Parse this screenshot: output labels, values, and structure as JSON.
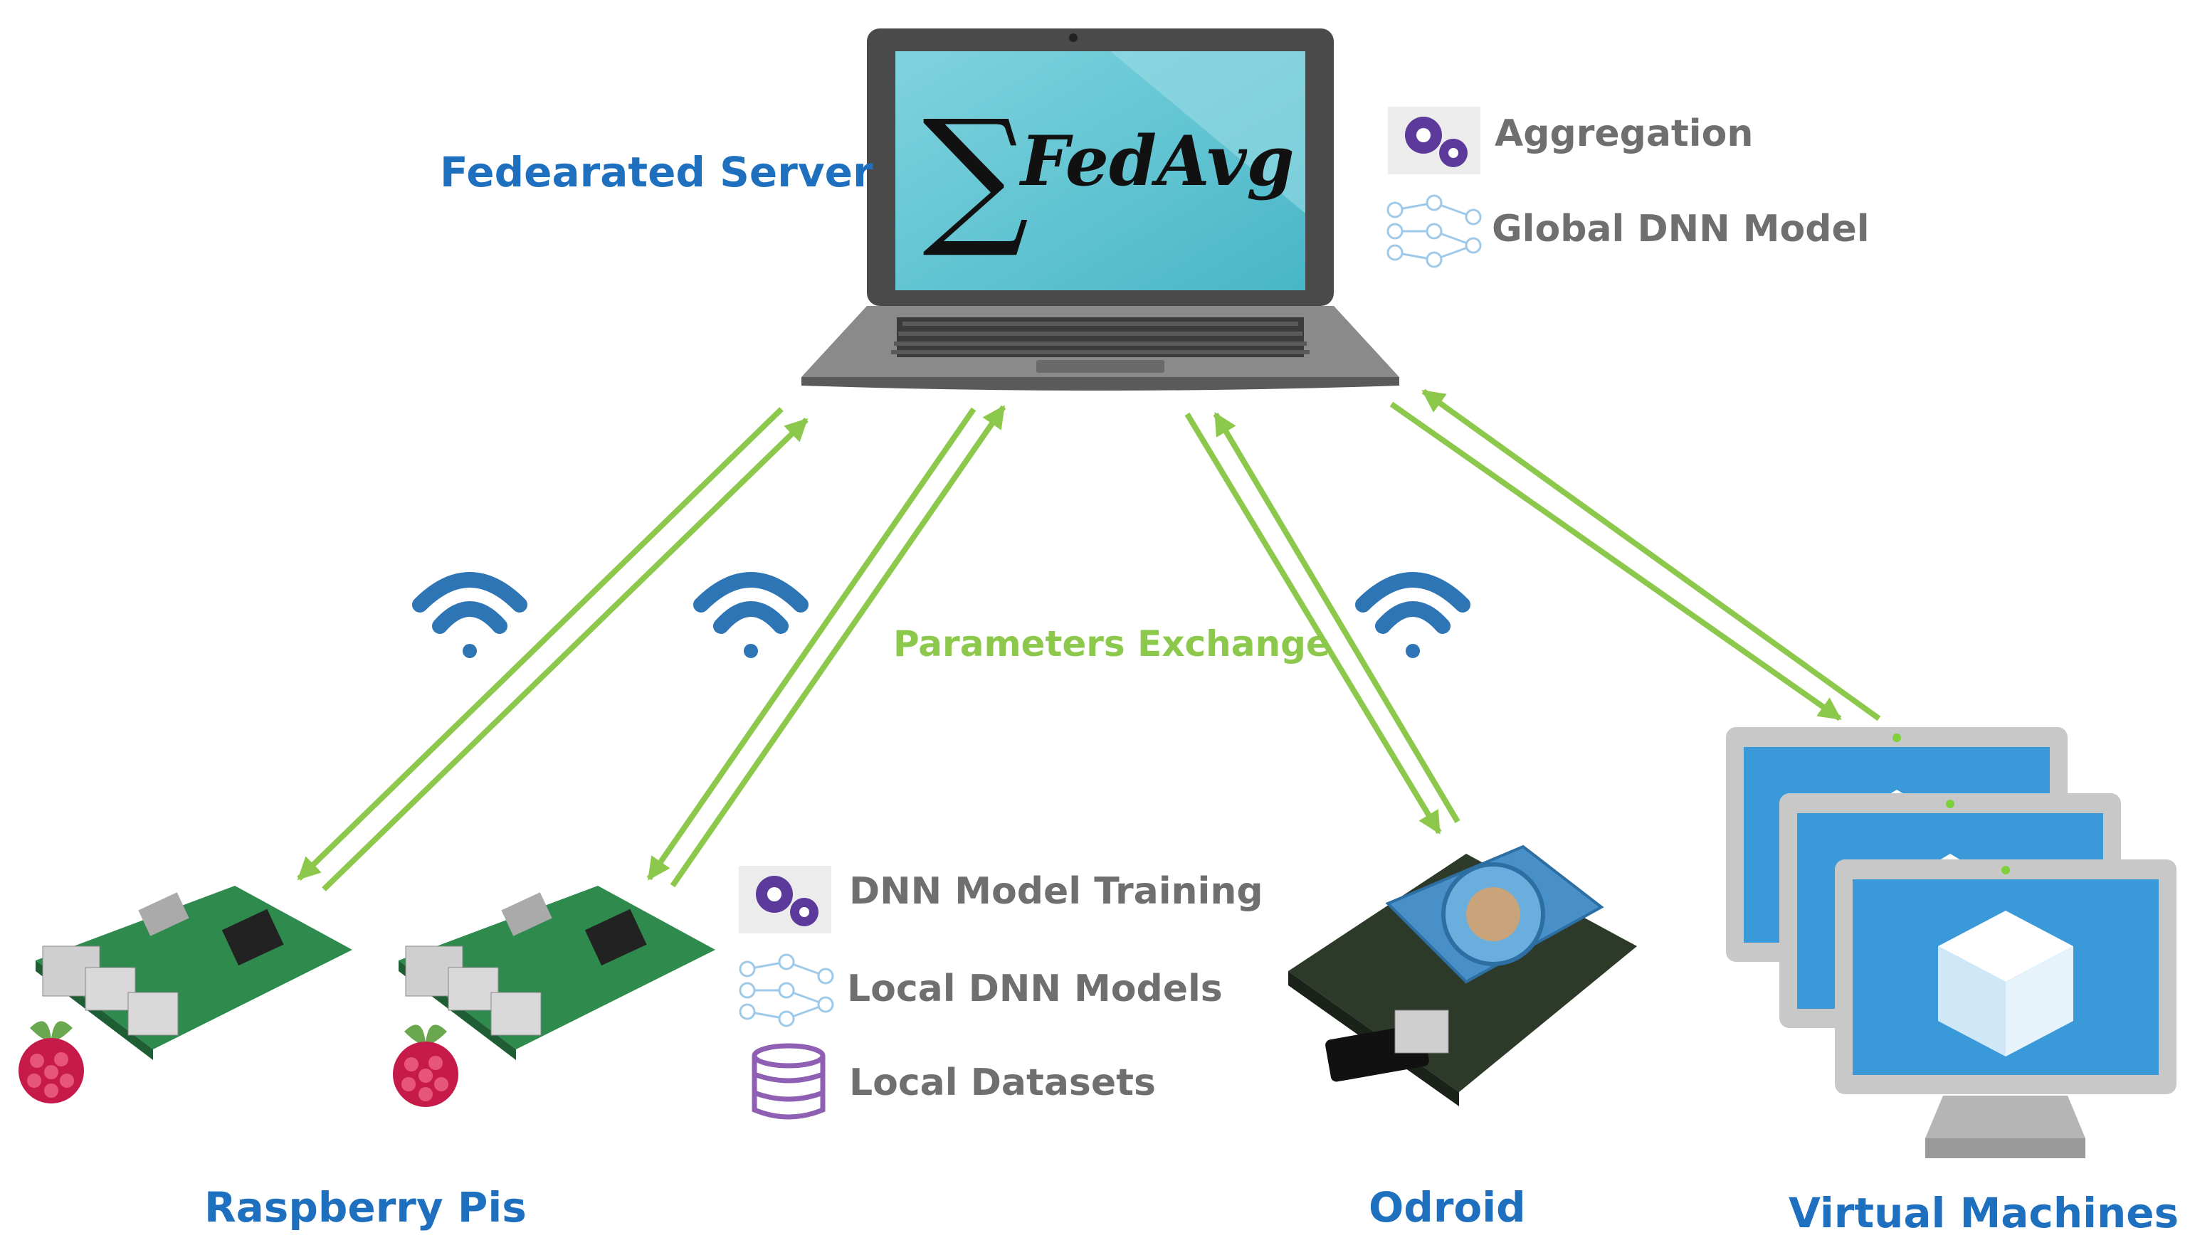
{
  "server": {
    "label": "Fedearated Server",
    "screen_text": "FedAvg",
    "sigma": "∑",
    "legend": [
      {
        "icon": "gears-icon",
        "label": "Aggregation"
      },
      {
        "icon": "neural-network-icon",
        "label": "Global DNN Model"
      }
    ]
  },
  "link_label": "Parameters Exchange",
  "clients": {
    "legend": [
      {
        "icon": "gears-icon",
        "label": "DNN Model Training"
      },
      {
        "icon": "neural-network-icon",
        "label": "Local DNN Models"
      },
      {
        "icon": "database-icon",
        "label": "Local Datasets"
      }
    ],
    "groups": [
      {
        "label": "Raspberry Pis"
      },
      {
        "label": "Odroid"
      },
      {
        "label": "Virtual Machines"
      }
    ]
  },
  "colors": {
    "title_blue": "#1f6fbf",
    "arrow_green": "#8cc84b",
    "wifi_blue": "#2e75b6",
    "screen_cyan": "#5bc4d1",
    "gear_purple": "#5b3a9b",
    "vm_blue": "#3a9ad9"
  }
}
